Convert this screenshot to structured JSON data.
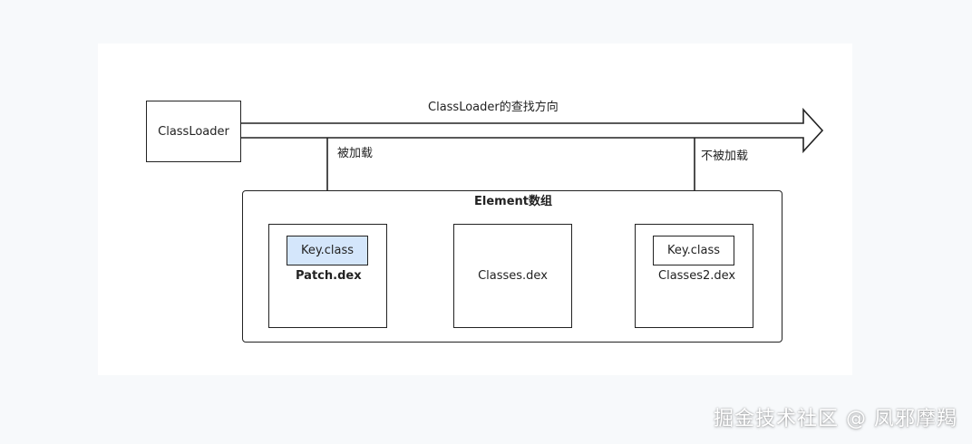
{
  "diagram": {
    "classloader_label": "ClassLoader",
    "direction_label": "ClassLoader的查找方向",
    "loaded_label": "被加载",
    "not_loaded_label": "不被加载",
    "element_array_label": "Element数组",
    "dex_files": [
      {
        "name": "Patch.dex",
        "contains": "Key.class",
        "highlighted": true
      },
      {
        "name": "Classes.dex"
      },
      {
        "name": "Classes2.dex",
        "contains": "Key.class",
        "highlighted": false
      }
    ],
    "highlight_color": "#d4e6fb",
    "line_color": "#222222"
  },
  "watermark": "掘金技术社区 @ 凤邪摩羯"
}
